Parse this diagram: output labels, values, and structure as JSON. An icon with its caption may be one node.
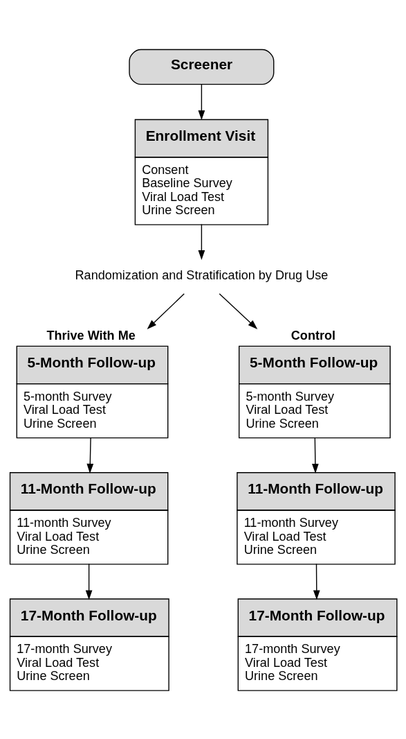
{
  "diagram": {
    "nodes": [
      {
        "text": [
          "Screener"
        ]
      },
      {
        "text": [
          "Enrollment Visit",
          "Consent",
          "Baseline Survey",
          "Viral Load Test",
          "Urine Screen"
        ]
      },
      {
        "text": [
          "Randomization and Stratification by Drug Use"
        ]
      },
      {
        "text": [
          "Thrive With Me",
          "5-Month Follow-up",
          "5-month Survey",
          "Viral Load Test",
          "Urine Screen"
        ]
      },
      {
        "text": [
          "11-Month Follow-up",
          "11-month Survey",
          "Viral Load Test",
          "Urine Screen"
        ]
      },
      {
        "text": [
          "17-Month Follow-up",
          "17-month Survey",
          "Viral Load Test",
          "Urine Screen"
        ]
      },
      {
        "text": [
          "Control",
          "5-Month Follow-up",
          "5-month Survey",
          "Viral Load Test",
          "Urine Screen"
        ]
      },
      {
        "text": [
          "11-Month Follow-up",
          "11-month Survey",
          "Viral Load Test",
          "Urine Screen"
        ]
      },
      {
        "text": [
          "17-Month Follow-up",
          "17-month Survey",
          "Viral Load Test",
          "Urine Screen"
        ]
      }
    ],
    "edges": [
      {
        "from": 0,
        "to": 1,
        "arrow": "to"
      },
      {
        "from": 1,
        "to": 2,
        "arrow": "to"
      },
      {
        "from": 2,
        "to": 3,
        "arrow": "to"
      },
      {
        "from": 2,
        "to": 6,
        "arrow": "to"
      },
      {
        "from": 3,
        "to": 4,
        "arrow": "to"
      },
      {
        "from": 4,
        "to": 5,
        "arrow": "to"
      },
      {
        "from": 6,
        "to": 7,
        "arrow": "to"
      },
      {
        "from": 7,
        "to": 8,
        "arrow": "to"
      }
    ]
  }
}
